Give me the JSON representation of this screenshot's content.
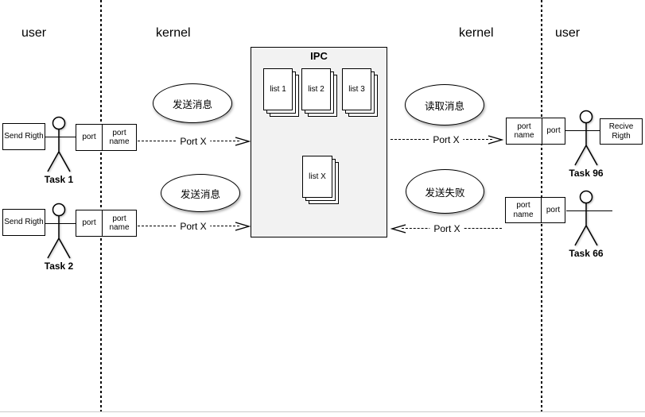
{
  "zones": {
    "left_user": "user",
    "left_kernel": "kernel",
    "right_kernel": "kernel",
    "right_user": "user"
  },
  "ipc": {
    "title": "IPC",
    "stacks": [
      "list 1",
      "list 2",
      "list 3"
    ],
    "stack_x": "list X"
  },
  "operations": {
    "send_top": "发送消息",
    "send_bottom": "发送消息",
    "read": "读取消息",
    "fail": "发送失败"
  },
  "arrows": {
    "left_top": "Port X",
    "left_bottom": "Port X",
    "right_top": "Port X",
    "right_bottom": "Port X"
  },
  "actors": {
    "task1": {
      "label": "Task 1",
      "right_box": "Send Rigth",
      "port": "port",
      "port_name": "port name"
    },
    "task2": {
      "label": "Task 2",
      "right_box": "Send Rigth",
      "port": "port",
      "port_name": "port name"
    },
    "task96": {
      "label": "Task 96",
      "receive_box": "Recive Rigth",
      "port": "port",
      "port_name": "port name"
    },
    "task66": {
      "label": "Task 66",
      "port": "port",
      "port_name": "port name"
    }
  },
  "colors": {
    "ipc_bg": "#f2f2f2",
    "stroke": "#000000",
    "page_bg": "#ffffff"
  }
}
